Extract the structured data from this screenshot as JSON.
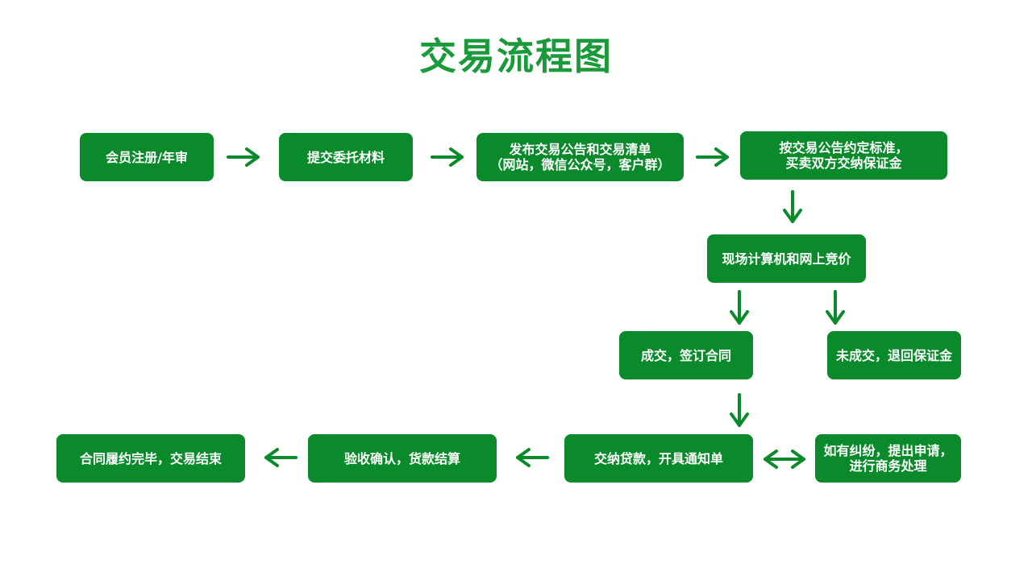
{
  "title": "交易流程图",
  "colors": {
    "node_fill": "#0a8a2a",
    "node_text": "#ffffff",
    "arrow": "#0a8a2a",
    "title": "#1a9a3a"
  },
  "nodes": {
    "register": {
      "lines": [
        "会员注册/年审"
      ]
    },
    "submit": {
      "lines": [
        "提交委托材料"
      ]
    },
    "publish": {
      "lines": [
        "发布交易公告和交易清单",
        "（网站，微信公众号，客户群）"
      ]
    },
    "deposit": {
      "lines": [
        "按交易公告约定标准，",
        "买卖双方交纳保证金"
      ]
    },
    "bidding": {
      "lines": [
        "现场计算机和网上竞价"
      ]
    },
    "deal": {
      "lines": [
        "成交，签订合同"
      ]
    },
    "no_deal": {
      "lines": [
        "未成交，退回保证金"
      ]
    },
    "payment": {
      "lines": [
        "交纳贷款，开具通知单"
      ]
    },
    "dispute": {
      "lines": [
        "如有纠纷，提出申请，",
        "进行商务处理"
      ]
    },
    "acceptance": {
      "lines": [
        "验收确认，货款结算"
      ]
    },
    "complete": {
      "lines": [
        "合同履约完毕，交易结束"
      ]
    }
  }
}
